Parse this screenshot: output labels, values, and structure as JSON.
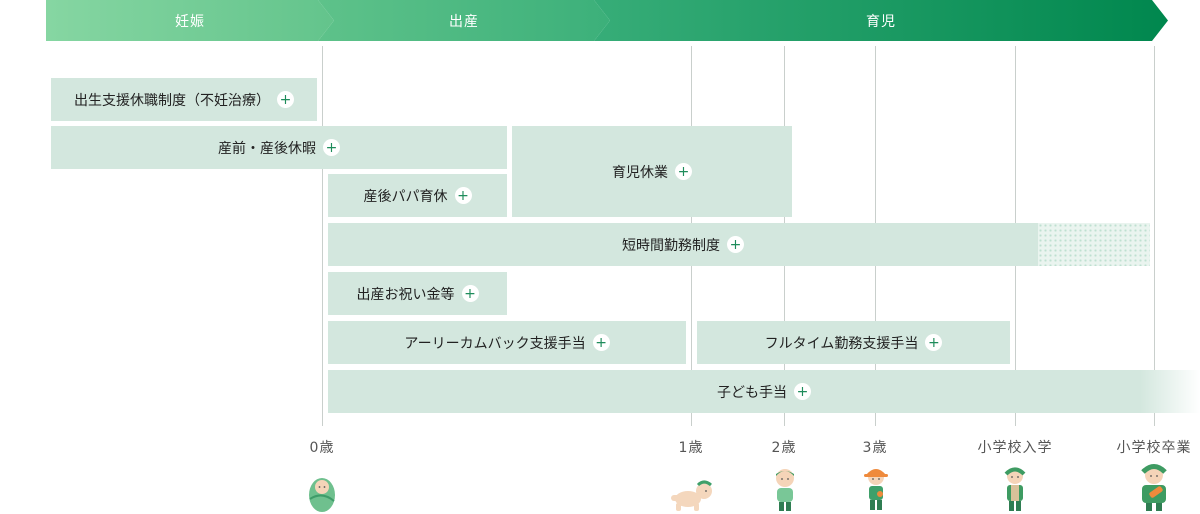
{
  "phases": [
    "妊娠",
    "出産",
    "育児"
  ],
  "programs": {
    "fertility_leave": "出生支援休職制度（不妊治療）",
    "maternity_leave": "産前・産後休暇",
    "papa_leave": "産後パパ育休",
    "childcare_leave": "育児休業",
    "short_hours": "短時間勤務制度",
    "birth_gift": "出産お祝い金等",
    "early_return_allowance": "アーリーカムバック支援手当",
    "fulltime_allowance": "フルタイム勤務支援手当",
    "child_allowance": "子ども手当"
  },
  "plus_symbol": "+",
  "ages": [
    "0歳",
    "1歳",
    "2歳",
    "3歳",
    "小学校入学",
    "小学校卒業"
  ],
  "icons": [
    "newborn-swaddled-icon",
    "crawling-baby-icon",
    "toddler-icon",
    "child-hat-icon",
    "schoolchild-backpack-icon",
    "graduate-child-icon"
  ],
  "colors": {
    "bar": "#d3e7de",
    "accent": "#1e8c5b",
    "phase_dark": "#00874e",
    "phase_light": "#86d6a2"
  }
}
